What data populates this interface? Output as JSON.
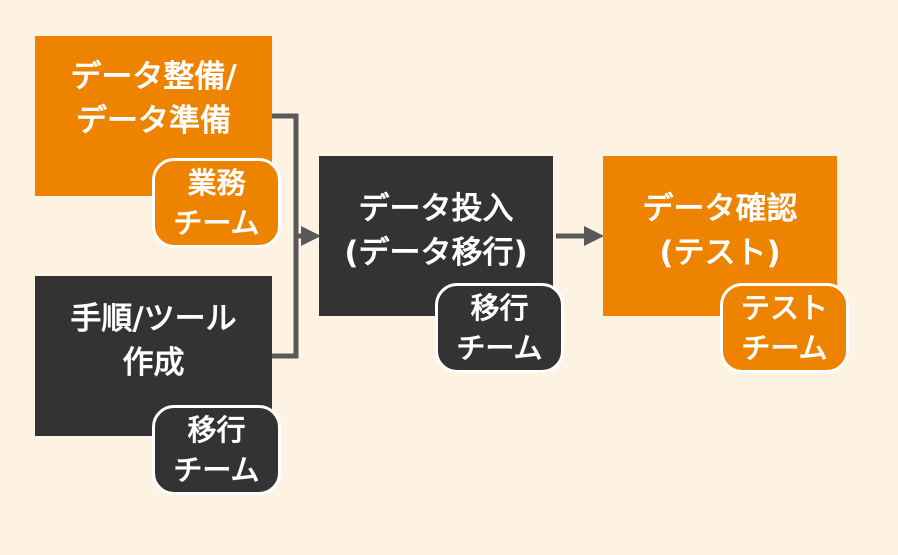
{
  "colors": {
    "background": "#FEF3E2",
    "orange": "#EE8300",
    "dark": "#333333",
    "connector": "#595959",
    "text": "#FFFFFF"
  },
  "nodes": {
    "data_prep": {
      "lines": [
        "データ整備/",
        "データ準備"
      ],
      "team": [
        "業務",
        "チーム"
      ]
    },
    "tool_creation": {
      "lines": [
        "手順/ツール",
        "作成"
      ],
      "team": [
        "移行",
        "チーム"
      ]
    },
    "data_input": {
      "lines": [
        "データ投入",
        "(データ移行)"
      ],
      "team": [
        "移行",
        "チーム"
      ]
    },
    "data_check": {
      "lines": [
        "データ確認",
        "(テスト)"
      ],
      "team": [
        "テスト",
        "チーム"
      ]
    }
  }
}
